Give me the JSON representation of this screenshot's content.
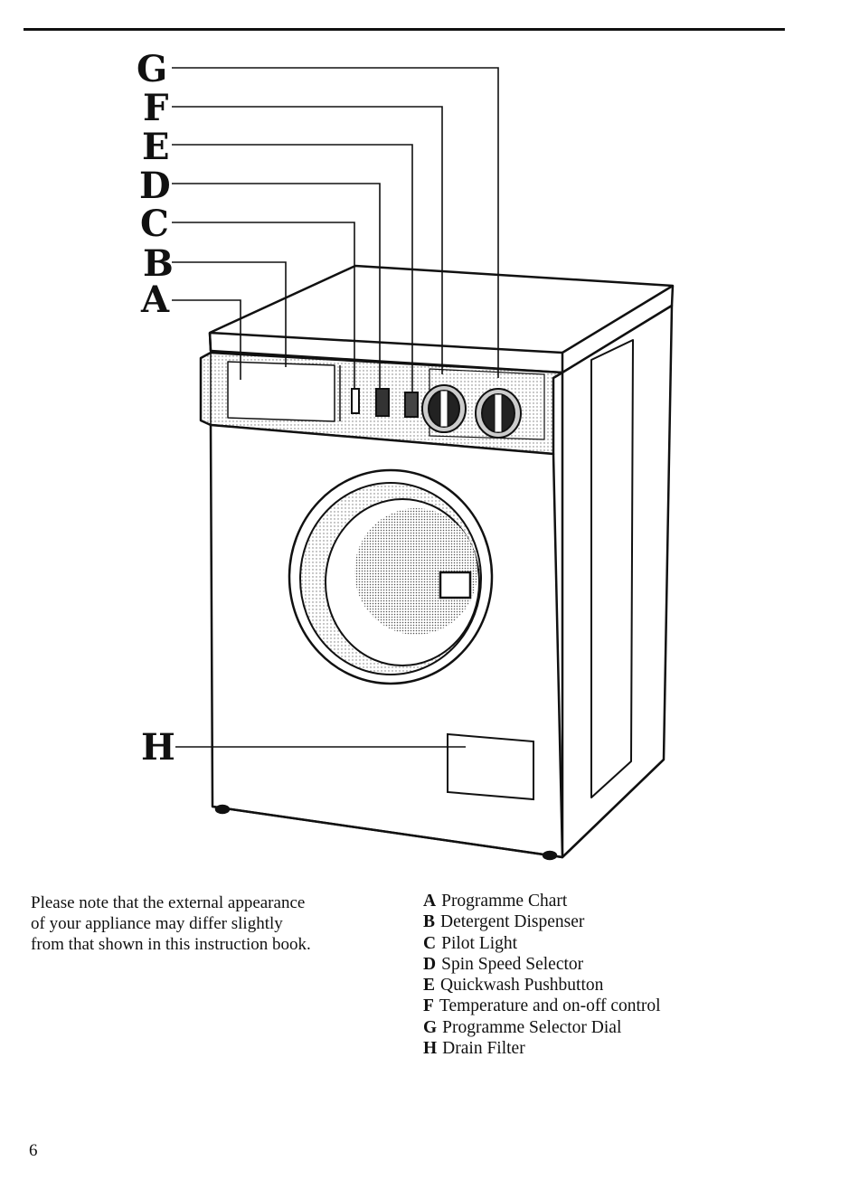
{
  "figure": {
    "labels": [
      "G",
      "F",
      "E",
      "D",
      "C",
      "B",
      "A",
      "H"
    ]
  },
  "note": {
    "lines": [
      "Please note that the external appearance",
      "of your appliance may differ slightly",
      "from that shown in this instruction book."
    ]
  },
  "legend": [
    {
      "key": "A",
      "text": "Programme Chart"
    },
    {
      "key": "B",
      "text": "Detergent Dispenser"
    },
    {
      "key": "C",
      "text": "Pilot Light"
    },
    {
      "key": "D",
      "text": "Spin Speed Selector"
    },
    {
      "key": "E",
      "text": "Quickwash Pushbutton"
    },
    {
      "key": "F",
      "text": "Temperature and on-off control"
    },
    {
      "key": "G",
      "text": "Programme Selector Dial"
    },
    {
      "key": "H",
      "text": "Drain Filter"
    }
  ],
  "page_number": "6"
}
